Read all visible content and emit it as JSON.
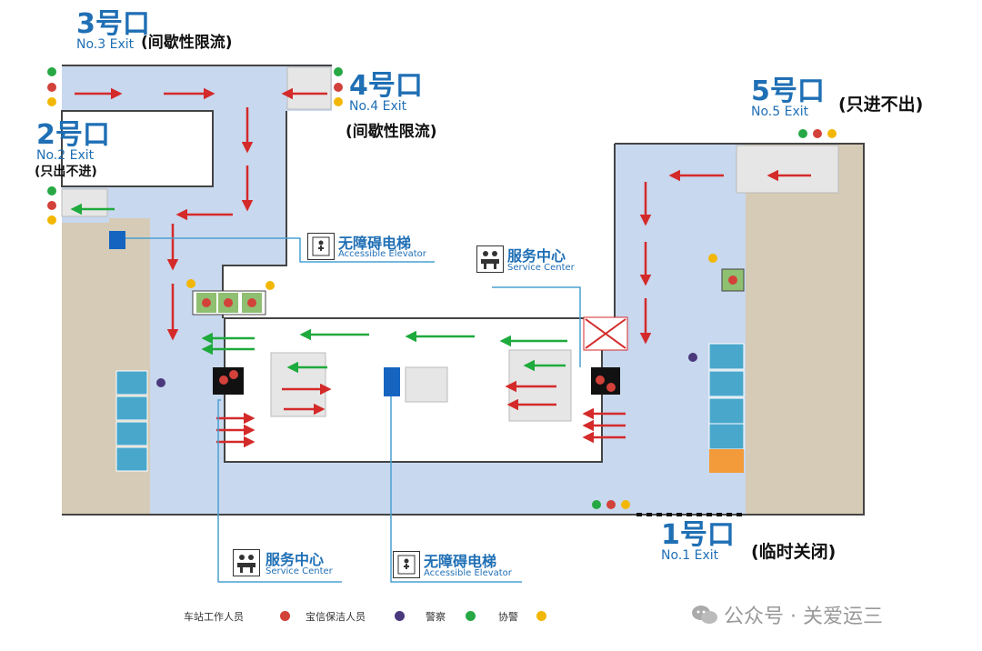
{
  "exits": {
    "e3": {
      "num": "3号口",
      "en": "No.3 Exit",
      "note": "(间歇性限流)"
    },
    "e4": {
      "num": "4号口",
      "en": "No.4 Exit",
      "note": "(间歇性限流)"
    },
    "e2": {
      "num": "2号口",
      "en": "No.2 Exit",
      "note": "(只出不进)"
    },
    "e5": {
      "num": "5号口",
      "en": "No.5 Exit",
      "note": "(只进不出)"
    },
    "e1": {
      "num": "1号口",
      "en": "No.1 Exit",
      "note": "(临时关闭)"
    }
  },
  "labels": {
    "elevator_top": {
      "cn": "无障碍电梯",
      "en": "Accessible Elevator"
    },
    "service_top": {
      "cn": "服务中心",
      "en": "Service Center"
    },
    "service_bottom": {
      "cn": "服务中心",
      "en": "Service Center"
    },
    "elevator_bottom": {
      "cn": "无障碍电梯",
      "en": "Accessible Elevator"
    }
  },
  "legend": [
    {
      "label": "车站工作人员",
      "color": "#d2413a"
    },
    {
      "label": "宝信保洁人员",
      "color": "#4a3a7c"
    },
    {
      "label": "警察",
      "color": "#27a844"
    },
    {
      "label": "协警",
      "color": "#f2b705"
    }
  ],
  "watermark": "公众号 · 关爱运三",
  "colors": {
    "floor": "#c8d8ee",
    "wall": "#444444",
    "ground": "#d6cbb6",
    "arrow_red": "#d42a2a",
    "arrow_green": "#1eaa3c",
    "exit_blue": "#1f6fb5",
    "gate_blue": "#4aa7cc",
    "gate_orange": "#f39b3a",
    "elevator_blue": "#1565c0"
  }
}
